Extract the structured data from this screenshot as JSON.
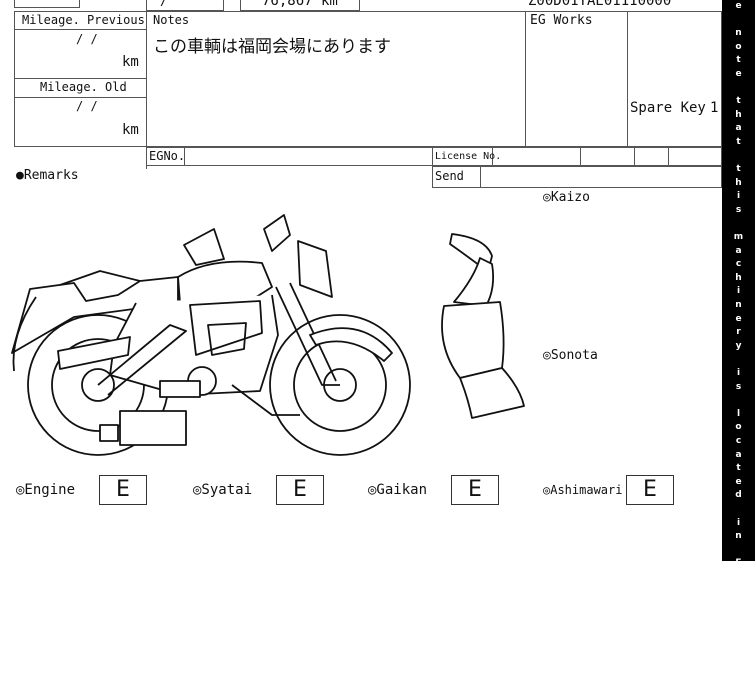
{
  "top": {
    "odometer": "76,867 km",
    "date_partial": "/",
    "serial_partial": "Z00D01YAE01110000"
  },
  "mileage_previous": {
    "label": "Mileage. Previous",
    "date": "/ /",
    "unit": "km"
  },
  "mileage_old": {
    "label": "Mileage. Old",
    "date": "/ /",
    "unit": "km"
  },
  "notes": {
    "label": "Notes",
    "text": "この車輌は福岡会場にあります"
  },
  "eg_works": {
    "label": "EG Works",
    "spare_key_label": "Spare Key",
    "spare_key_value": "1"
  },
  "row": {
    "egno_label": "EGNo.",
    "license_label": "License No.",
    "send_label": "Send"
  },
  "remarks_label": "●Remarks",
  "kaizo_label": "◎Kaizo",
  "sonota_label": "◎Sonota",
  "grades": [
    {
      "label": "◎Engine",
      "value": "E"
    },
    {
      "label": "◎Syatai",
      "value": "E"
    },
    {
      "label": "◎Gaikan",
      "value": "E"
    },
    {
      "label": "◎Ashimawari",
      "value": "E"
    }
  ],
  "sidebar_text": "e note that this machinery is located in Fukuoka Y"
}
